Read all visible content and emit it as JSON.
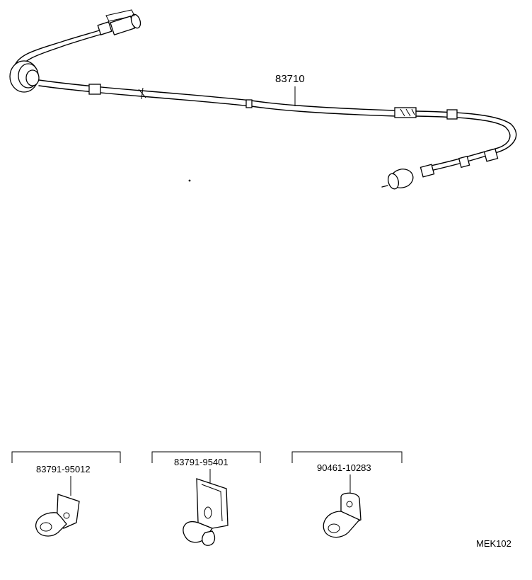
{
  "main_part": {
    "number": "83710"
  },
  "clamps": [
    {
      "part_number": "83791-95012",
      "icon": "cable-clamp-icon"
    },
    {
      "part_number": "83791-95401",
      "icon": "bracket-clamp-icon"
    },
    {
      "part_number": "90461-10283",
      "icon": "cable-clamp-icon"
    }
  ],
  "diagram_code": "MEK102"
}
